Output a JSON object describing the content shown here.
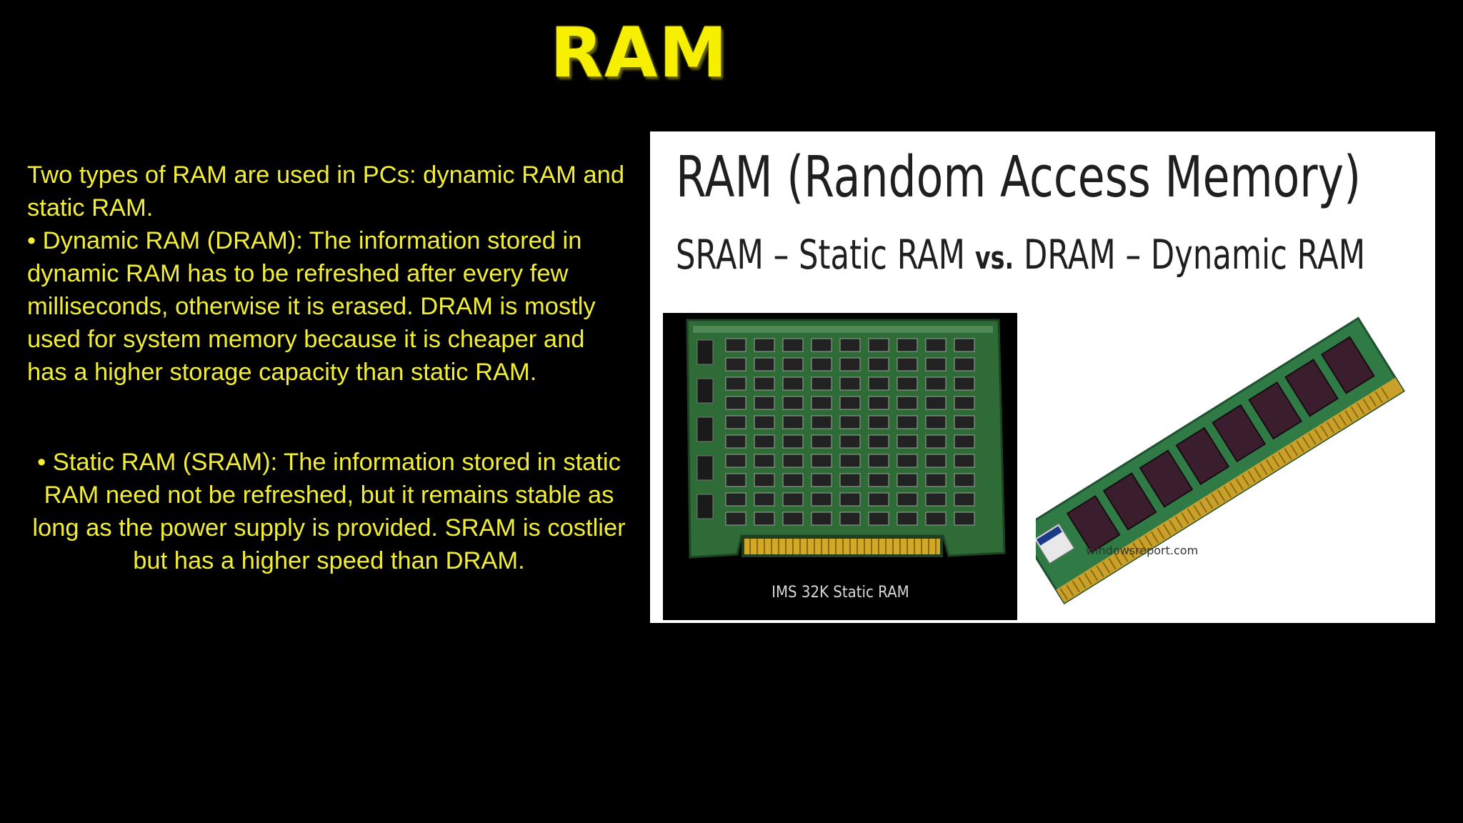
{
  "slide": {
    "title": "RAM",
    "intro": "Two types of RAM are used in PCs: dynamic RAM and static RAM.",
    "dram_bullet": "• Dynamic RAM (DRAM): The information stored in dynamic RAM has to be refreshed after every few milliseconds, otherwise it is erased. DRAM is mostly used for system memory because it is cheaper and has a higher storage capacity than static RAM.",
    "sram_bullet": "• Static RAM (SRAM): The information stored in static RAM need not be refreshed, but it remains stable as long as the power supply is provided. SRAM is costlier but has a higher speed than DRAM."
  },
  "figure": {
    "heading": "RAM (Random Access Memory)",
    "sram_label": "SRAM – Static RAM",
    "vs_label": "vs.",
    "dram_label": "DRAM – Dynamic RAM",
    "board_caption": "IMS 32K Static RAM",
    "watermark": "windowsreport.com"
  },
  "colors": {
    "background": "#000000",
    "text": "#f2ee35",
    "title": "#f6f000"
  }
}
